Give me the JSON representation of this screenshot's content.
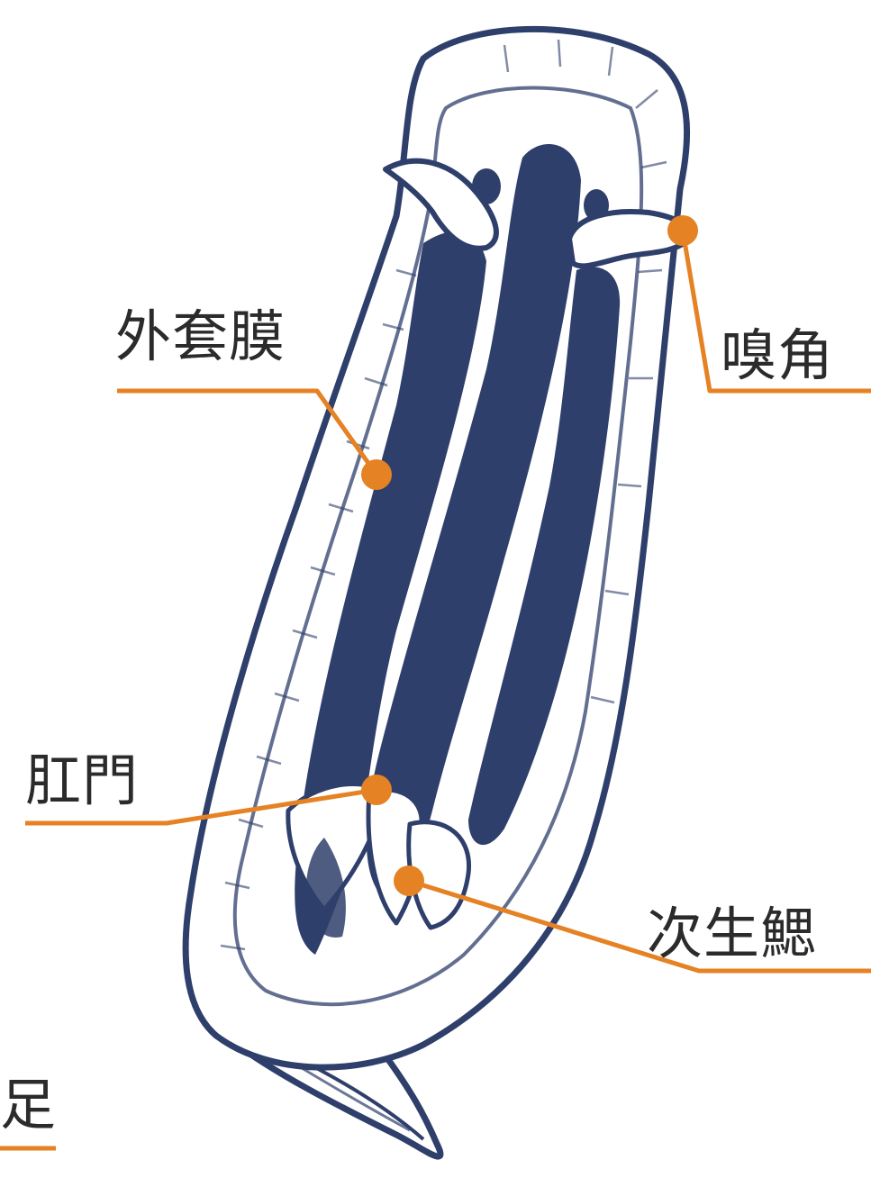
{
  "figure": {
    "subject": "nudibranch",
    "colors": {
      "outline": "#2f3f6b",
      "body_stripe": "#2f3f6b",
      "leader": "#e58224",
      "text": "#2b2b2b",
      "background": "#ffffff"
    }
  },
  "labels": {
    "mantle": "外套膜",
    "rhinophore": "嗅角",
    "anus": "肛門",
    "secondary_gills": "次生鰓",
    "foot": "足"
  }
}
